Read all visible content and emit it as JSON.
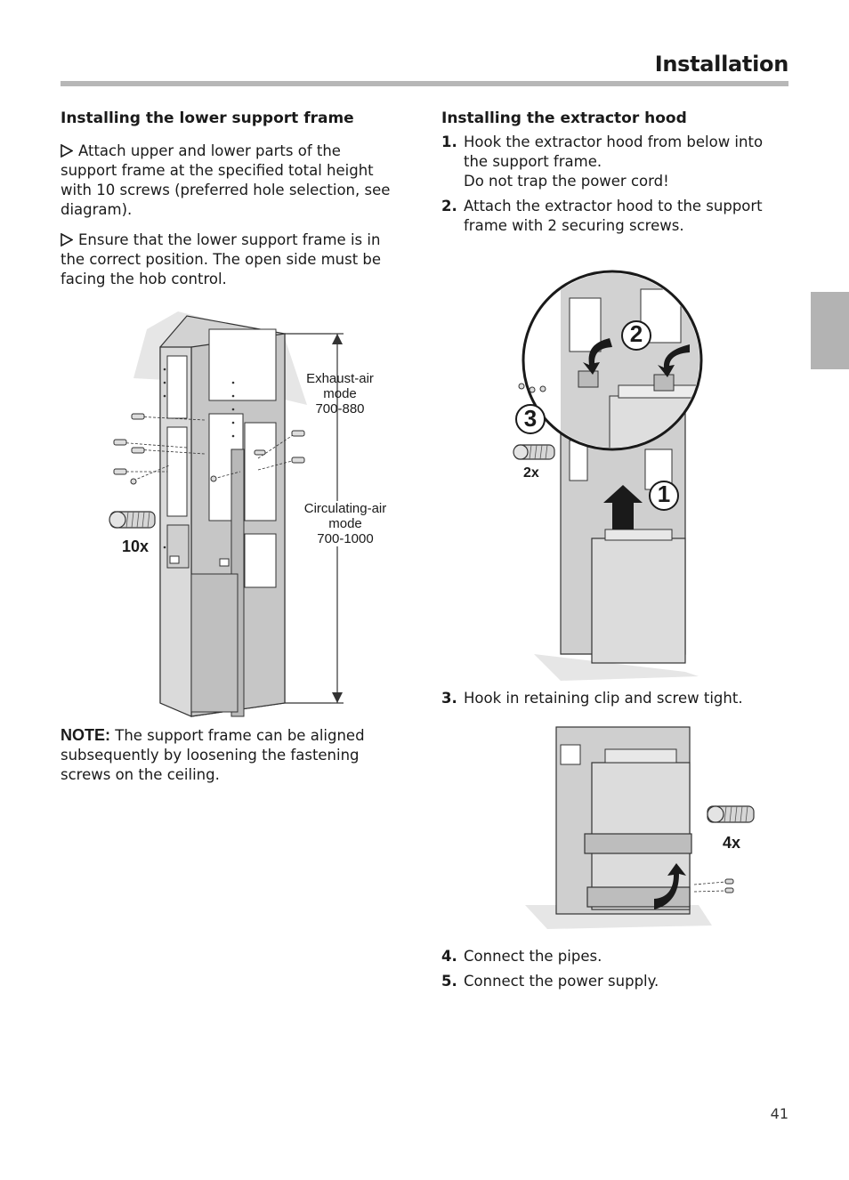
{
  "header": {
    "title": "Installation"
  },
  "left": {
    "heading": "Installing the lower support frame",
    "bullets": [
      "Attach upper and lower parts of the support frame at the specified total height with 10 screws (preferred hole selection, see diagram).",
      "Ensure that the lower support frame is in the correct position. The open side must be facing the hob control."
    ],
    "figure": {
      "exhaust_label_1": "Exhaust-air",
      "exhaust_label_2": "mode",
      "exhaust_label_3": "700-880",
      "circ_label_1": "Circulating-air",
      "circ_label_2": "mode",
      "circ_label_3": "700-1000",
      "screw_count": "10x"
    },
    "note_label": "NOTE:",
    "note_text": "The support frame can be aligned subsequently by loosening the fastening screws on the ceiling."
  },
  "right": {
    "heading": "Installing the extractor hood",
    "steps_a": [
      {
        "num": "1.",
        "text": "Hook the extractor hood from below into the support frame.",
        "sub": "Do not trap the power cord!"
      },
      {
        "num": "2.",
        "text": "Attach the extractor hood to the support frame with 2 securing screws."
      }
    ],
    "figure1": {
      "callout_1": "1",
      "callout_2": "2",
      "callout_3": "3",
      "screw_count": "2x"
    },
    "step3": {
      "num": "3.",
      "text": "Hook in retaining clip and screw tight."
    },
    "figure2": {
      "screw_count": "4x"
    },
    "steps_b": [
      {
        "num": "4.",
        "text": "Connect the pipes."
      },
      {
        "num": "5.",
        "text": "Connect the power supply."
      }
    ]
  },
  "footer": {
    "page_number": "41"
  },
  "colors": {
    "rule": "#b7b7b7",
    "side_tab": "#b3b3b3",
    "frame_fill": "#cfcfcf",
    "frame_shadow": "#e6e6e6"
  }
}
